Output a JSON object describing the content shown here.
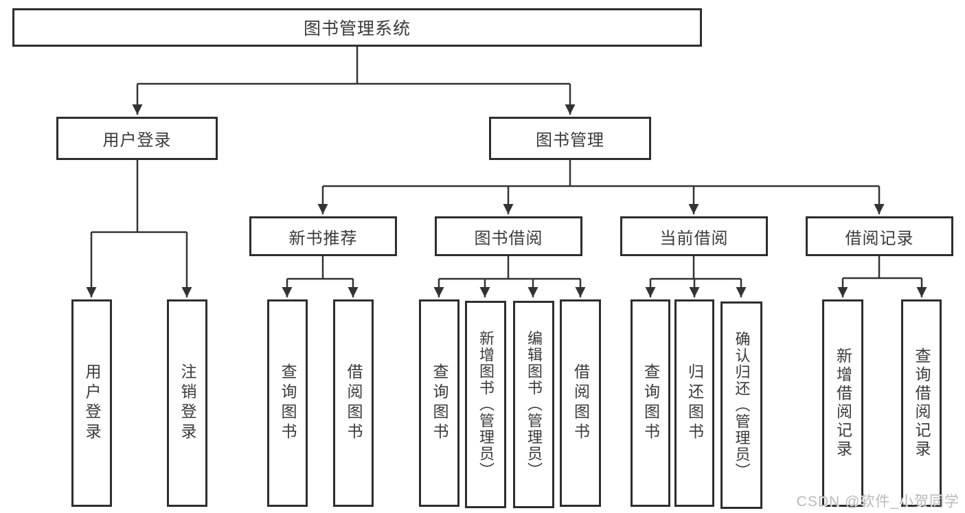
{
  "diagram": {
    "title": "图书管理系统",
    "colors": {
      "line": "#333333",
      "box_border": "#2d2d2d",
      "box_fill": "#ffffff",
      "text": "#3a3a3a",
      "watermark": "#b6b9be"
    },
    "tree": {
      "root": {
        "label": "图书管理系统"
      },
      "children": [
        {
          "label": "用户登录",
          "children": [
            {
              "label": "用户登录"
            },
            {
              "label": "注销登录"
            }
          ]
        },
        {
          "label": "图书管理",
          "children": [
            {
              "label": "新书推荐",
              "children": [
                {
                  "label": "查询图书"
                },
                {
                  "label": "借阅图书"
                }
              ]
            },
            {
              "label": "图书借阅",
              "children": [
                {
                  "label": "查询图书"
                },
                {
                  "label": "新增图书（管理员）"
                },
                {
                  "label": "编辑图书（管理员）"
                },
                {
                  "label": "借阅图书"
                }
              ]
            },
            {
              "label": "当前借阅",
              "children": [
                {
                  "label": "查询图书"
                },
                {
                  "label": "归还图书"
                },
                {
                  "label": "确认归还（管理员）"
                }
              ]
            },
            {
              "label": "借阅记录",
              "children": [
                {
                  "label": "新增借阅记录"
                },
                {
                  "label": "查询借阅记录"
                }
              ]
            }
          ]
        }
      ]
    }
  },
  "watermark": {
    "text": "CSDN @软件_小贺同学"
  }
}
